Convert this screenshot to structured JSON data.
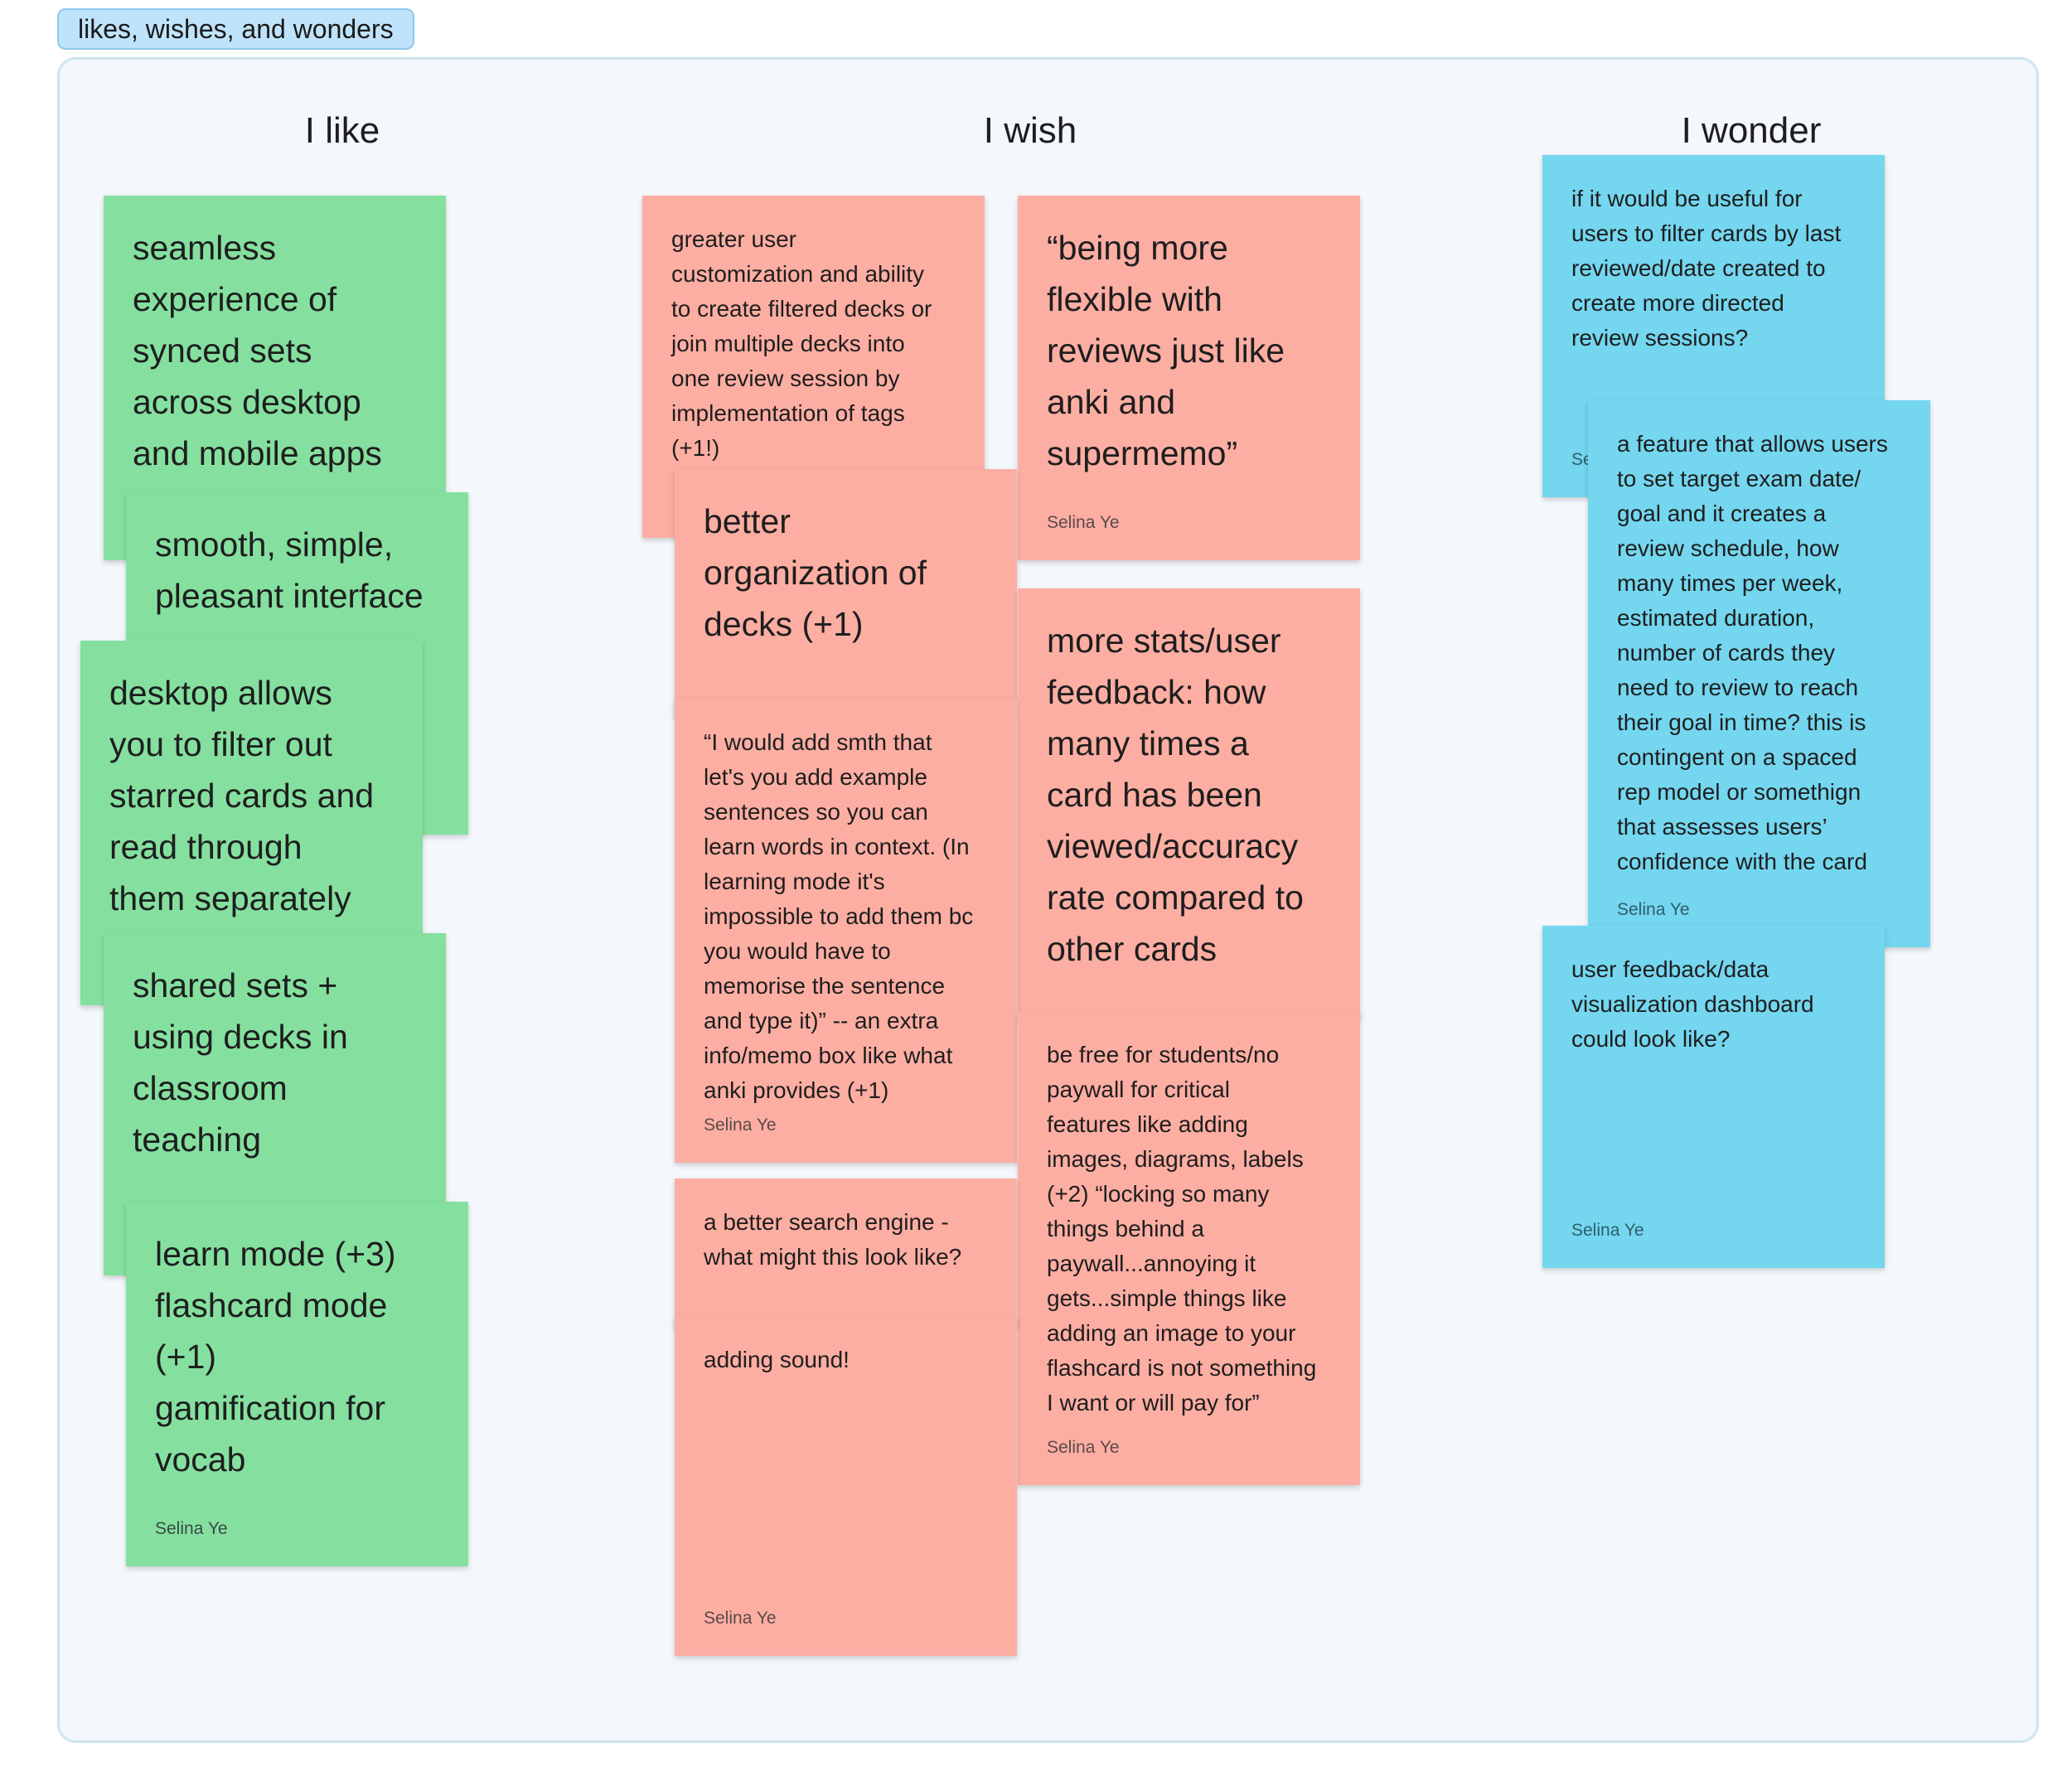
{
  "section": {
    "label": "likes, wishes, and wonders"
  },
  "columns": {
    "like": {
      "title": "I like"
    },
    "wish": {
      "title": "I wish"
    },
    "wonder": {
      "title": "I wonder"
    }
  },
  "colors": {
    "green": "#85e0a0",
    "pink": "#fdaea3",
    "blue": "#74d6ef",
    "frame_bg": "#f4f8fc",
    "tag_bg": "#bfe3fb"
  },
  "stickies": {
    "like_1": {
      "text": "seamless\nexperience of\nsynced sets\nacross desktop\nand mobile apps",
      "author": ""
    },
    "like_2": {
      "text": "smooth, simple,\npleasant interface",
      "author": ""
    },
    "like_3": {
      "text": "desktop allows\nyou to filter out\nstarred cards and\nread through\nthem separately",
      "author": ""
    },
    "like_4": {
      "text": "shared sets +\nusing decks in\nclassroom\nteaching",
      "author": ""
    },
    "like_5": {
      "text": "learn mode (+3)\nflashcard mode\n(+1)\ngamification for\nvocab",
      "author": "Selina Ye"
    },
    "wish_1": {
      "text": "greater user\ncustomization and ability\nto create filtered decks or\njoin multiple decks into\none review session by\nimplementation of tags\n(+1!)",
      "author": ""
    },
    "wish_2": {
      "text": "“being more\nflexible with\nreviews just like\nanki and\nsupermemo”",
      "author": "Selina Ye"
    },
    "wish_3": {
      "text": "better\norganization of\ndecks (+1)",
      "author": ""
    },
    "wish_4": {
      "text": "more stats/user\nfeedback: how\nmany times a\ncard has been\nviewed/accuracy\nrate compared to\nother cards",
      "author": ""
    },
    "wish_5": {
      "text": "“I would add smth that\nlet's you add example\nsentences so you can\nlearn words in context. (In\nlearning mode it's\nimpossible to add them bc\nyou would have to\nmemorise the sentence\nand type it)” -- an extra\ninfo/memo box like what\nanki provides (+1)",
      "author": "Selina Ye"
    },
    "wish_6": {
      "text": "be free for students/no\npaywall for critical\nfeatures like adding\nimages, diagrams, labels\n(+2) “locking so many\nthings behind a\npaywall...annoying it\ngets...simple things like\nadding an image to your\nflashcard is not something\nI want or will pay for”",
      "author": "Selina Ye"
    },
    "wish_7": {
      "text": "a better search engine -\nwhat might this look like?",
      "author": ""
    },
    "wish_8": {
      "text": "adding sound!",
      "author": "Selina Ye"
    },
    "wonder_1": {
      "text": "if it would be useful for\nusers to filter cards by last\nreviewed/date created to\ncreate more directed\nreview sessions?",
      "author": "Se"
    },
    "wonder_2": {
      "text": "a feature that allows users\nto set target exam date/\ngoal and it creates a\nreview schedule, how\nmany times per week,\nestimated duration,\nnumber of cards they\nneed to review to reach\ntheir goal in time? this is\ncontingent on a spaced\nrep model or somethign\nthat assesses users’\nconfidence with the card",
      "author": "Selina Ye"
    },
    "wonder_3": {
      "text": "user feedback/data\nvisualization dashboard\ncould look like?",
      "author": "Selina Ye"
    }
  }
}
